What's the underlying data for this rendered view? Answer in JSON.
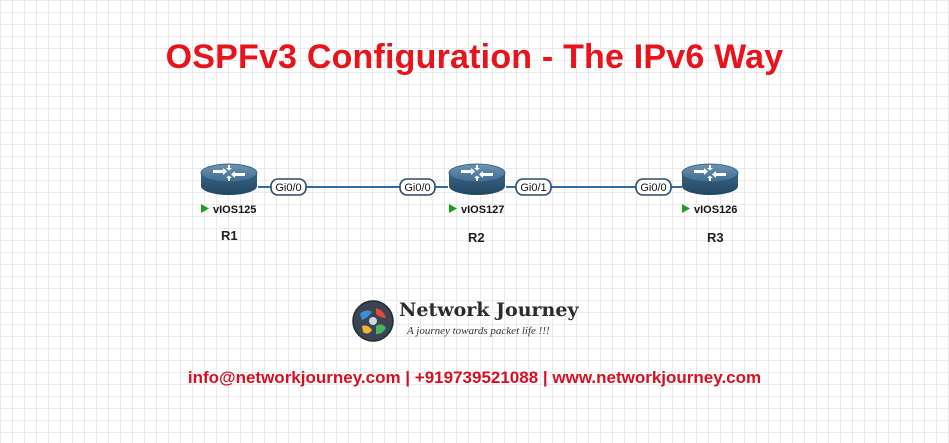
{
  "title": "OSPFv3 Configuration - The IPv6 Way",
  "accent_color": "#e8131b",
  "link_color": "#2d6fa5",
  "routers": [
    {
      "hostname": "R1",
      "node_label": "vIOS125"
    },
    {
      "hostname": "R2",
      "node_label": "vIOS127"
    },
    {
      "hostname": "R3",
      "node_label": "vIOS126"
    }
  ],
  "links": [
    {
      "from": "R1",
      "from_iface": "Gi0/0",
      "to": "R2",
      "to_iface": "Gi0/0"
    },
    {
      "from": "R2",
      "from_iface": "Gi0/1",
      "to": "R3",
      "to_iface": "Gi0/0"
    }
  ],
  "logo": {
    "name": "Network Journey",
    "tagline": "A journey towards packet life !!!"
  },
  "contact": "info@networkjourney.com | +919739521088 | www.networkjourney.com"
}
